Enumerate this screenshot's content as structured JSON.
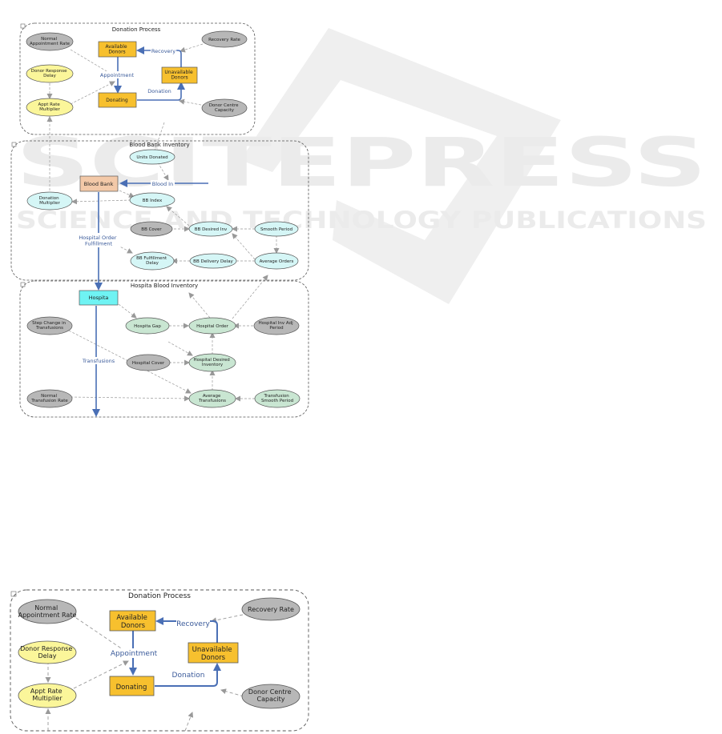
{
  "watermark": {
    "main": "SCITEPRESS",
    "sub": "SCIENCE AND TECHNOLOGY PUBLICATIONS"
  },
  "diagram1": {
    "donation_process": {
      "title": "Donation Process",
      "available_donors": [
        "Available",
        "Donors"
      ],
      "unavailable_donors": [
        "Unavailable",
        "Donors"
      ],
      "donating": "Donating",
      "normal_appointment_rate": [
        "Normal",
        "Appointment Rate"
      ],
      "donor_response_delay": [
        "Donor Response",
        "Delay"
      ],
      "appt_rate_multiplier": [
        "Appt Rate",
        "Multiplier"
      ],
      "recovery_rate": "Recovery Rate",
      "donor_centre_capacity": [
        "Donor Centre",
        "Capacity"
      ],
      "flow_recovery": "Recovery",
      "flow_appointment": "Appointment",
      "flow_donation": "Donation"
    },
    "blood_bank_inventory": {
      "title": "Blood Bank Inventory",
      "units_donated": "Units Donated",
      "blood_bank": "Blood Bank",
      "flow_blood_in": "Blood In",
      "bb_index": "BB Index",
      "donation_multiplier": [
        "Donation",
        "Multiplier"
      ],
      "bb_cover": "BB Cover",
      "bb_desired_inv": "BB Desired Inv",
      "smooth_period": "Smooth Period",
      "flow_hospital_order_fulfillment": [
        "Hospital Order",
        "Fulfillment"
      ],
      "bb_fulfillment_delay": [
        "BB Fulfillment",
        "Delay"
      ],
      "bb_delivery_delay": "BB Delivery Delay",
      "average_orders": "Average Orders"
    },
    "hospital_blood_inventory": {
      "title": "Hospita Blood Inventory",
      "hospital": "Hospita",
      "step_change_in_transfusions": [
        "Step Change in",
        "Transfusions"
      ],
      "hospital_gap": "Hospita Gap",
      "hospital_order": "Hospital Order",
      "hospital_inv_adj_period": [
        "Hospital Inv Adj",
        "Period"
      ],
      "flow_transfusions": "Transfusions",
      "hospital_cover": "Hospital Cover",
      "hospital_desired_inventory": [
        "Hospital Desired",
        "Inventory"
      ],
      "normal_transfusion_rate": [
        "Normal",
        "Transfusion Rate"
      ],
      "average_transfusions": [
        "Average",
        "Transfusions"
      ],
      "transfusion_smooth_period": [
        "Transfusion",
        "Smooth Period"
      ]
    }
  },
  "diagram2": {
    "title": "Donation Process",
    "available_donors": [
      "Available",
      "Donors"
    ],
    "unavailable_donors": [
      "Unavailable",
      "Donors"
    ],
    "donating": "Donating",
    "normal_appointment_rate": [
      "Normal",
      "Appointment Rate"
    ],
    "donor_response_delay": [
      "Donor Response",
      "Delay"
    ],
    "appt_rate_multiplier": [
      "Appt Rate",
      "Multiplier"
    ],
    "recovery_rate": "Recovery Rate",
    "donor_centre_capacity": [
      "Donor Centre",
      "Capacity"
    ],
    "flow_recovery": "Recovery",
    "flow_appointment": "Appointment",
    "flow_donation": "Donation"
  },
  "colors": {
    "stock_orange": "#f7c02e",
    "stock_peach": "#f3c9a8",
    "stock_cyan": "#6ff3f3",
    "aux_gray": "#b7b7b7",
    "aux_yellow": "#fbf69a",
    "aux_cyan": "#d5f6f6",
    "aux_green": "#c9e6d2",
    "flow_blue": "#4a6fb5",
    "link_gray": "#999999",
    "watermark": "#ebebeb"
  }
}
